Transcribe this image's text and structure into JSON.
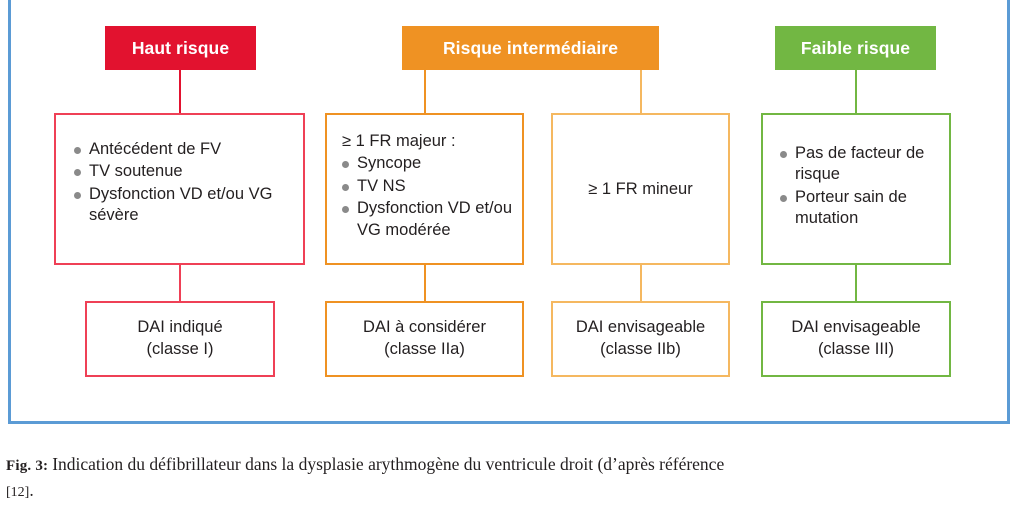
{
  "figure": {
    "caption_label": "Fig. 3",
    "caption_separator": ":",
    "caption_text": "Indication du défibrillateur dans la dysplasie arythmogène du ventricule droit (d’après référence",
    "caption_reference": "[12]",
    "caption_end": ".",
    "frame_color": "#5b9bd5"
  },
  "colors": {
    "high_risk": "#e2122f",
    "intermediate_risk": "#ef9223",
    "intermediate_light": "#f5b860",
    "low_risk": "#72b743",
    "bullet": "#8a8a8a",
    "text": "#231f20"
  },
  "branches": [
    {
      "id": "high",
      "header": "Haut risque",
      "criteria": {
        "lead": "",
        "items": [
          "Antécédent de FV",
          "TV soutenue",
          "Dysfonction VD et/ou VG sévère"
        ]
      },
      "outcome": {
        "line1": "DAI indiqué",
        "line2": "(classe I)"
      }
    },
    {
      "id": "intermediate-major",
      "header": "Risque intermédiaire",
      "criteria": {
        "lead": "≥ 1 FR majeur :",
        "items": [
          "Syncope",
          "TV NS",
          "Dysfonction VD et/ou VG modérée"
        ]
      },
      "outcome": {
        "line1": "DAI à considérer",
        "line2": "(classe IIa)"
      }
    },
    {
      "id": "intermediate-minor",
      "header": "",
      "criteria": {
        "lead": "≥ 1 FR mineur",
        "items": []
      },
      "outcome": {
        "line1": "DAI envisageable",
        "line2": "(classe IIb)"
      }
    },
    {
      "id": "low",
      "header": "Faible risque",
      "criteria": {
        "lead": "",
        "items": [
          "Pas de facteur de risque",
          "Porteur sain de mutation"
        ]
      },
      "outcome": {
        "line1": "DAI envisageable",
        "line2": "(classe III)"
      }
    }
  ]
}
